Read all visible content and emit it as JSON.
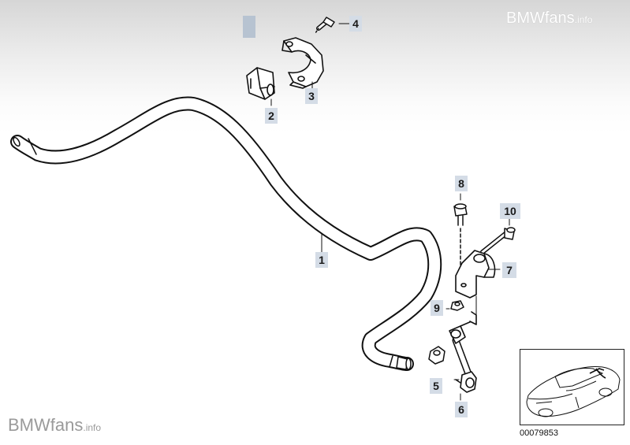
{
  "watermark": {
    "top": {
      "brand": "BMWfans",
      "suffix": ".info"
    },
    "bottom": {
      "brand": "BMWfans",
      "suffix": ".info"
    }
  },
  "callouts": {
    "c1": "1",
    "c2": "2",
    "c3": "3",
    "c4": "4",
    "c5": "5",
    "c6": "6",
    "c7": "7",
    "c8": "8",
    "c9": "9",
    "c10": "10"
  },
  "reference_number": "00079853",
  "colors": {
    "callout_bg": "#d4dce6",
    "line": "#111111"
  }
}
